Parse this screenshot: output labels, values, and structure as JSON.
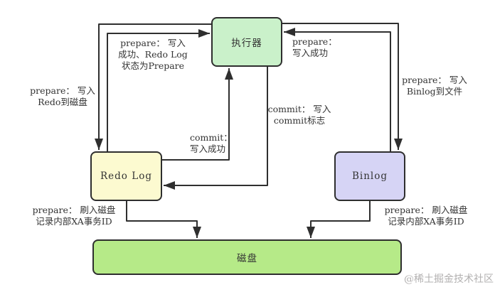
{
  "diagram": {
    "nodes": {
      "executor": {
        "label": "执行器"
      },
      "redo_log": {
        "label": "Redo Log"
      },
      "binlog": {
        "label": "Binlog"
      },
      "disk": {
        "label": "磁盘"
      }
    },
    "edges": {
      "executor_to_redolog": {
        "label": "prepare： 写入\nRedo到磁盘"
      },
      "redolog_to_executor": {
        "label": "prepare： 写入\n成功、Redo Log\n状态为Prepare"
      },
      "binlog_to_executor": {
        "label": "prepare：\n写入成功"
      },
      "executor_to_binlog": {
        "label": "prepare： 写入\nBinlog到文件"
      },
      "executor_commit_to_redolog": {
        "label": "commit： 写入\ncommit标志"
      },
      "redolog_commit_to_executor": {
        "label": "commit：\n写入成功"
      },
      "redolog_to_disk": {
        "label": "prepare： 刷入磁盘\n记录内部XA事务ID"
      },
      "binlog_to_disk": {
        "label": "prepare： 刷入磁盘\n记录内部XA事务ID"
      }
    },
    "watermark": "@稀土掘金技术社区",
    "colors": {
      "executor_fill": "#caf1ca",
      "redo_log_fill": "#fcfad0",
      "binlog_fill": "#d6d4f5",
      "disk_fill": "#b6ea88",
      "line": "#2f2f2f",
      "text": "#333333",
      "watermark": "#b2b0b0"
    }
  }
}
